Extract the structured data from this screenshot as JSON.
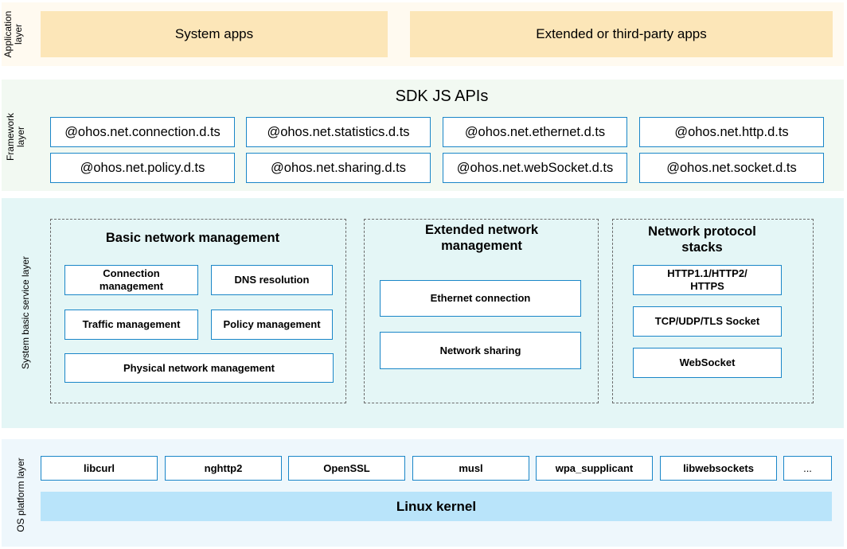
{
  "application_layer": {
    "label": "Application layer",
    "boxes": [
      "System apps",
      "Extended  or third-party  apps"
    ]
  },
  "framework_layer": {
    "label": "Framework layer",
    "title": "SDK JS APIs",
    "apis": [
      "@ohos.net.connection.d.ts",
      "@ohos.net.statistics.d.ts",
      "@ohos.net.ethernet.d.ts",
      "@ohos.net.http.d.ts",
      "@ohos.net.policy.d.ts",
      "@ohos.net.sharing.d.ts",
      "@ohos.net.webSocket.d.ts",
      "@ohos.net.socket.d.ts"
    ]
  },
  "system_layer": {
    "label": "System basic service layer",
    "basic": {
      "title": "Basic network  management",
      "modules": [
        "Connection management",
        "DNS resolution",
        "Traffic management",
        "Policy management",
        "Physical network management"
      ]
    },
    "extended": {
      "title": "Extended  network management",
      "modules": [
        "Ethernet connection",
        "Network sharing"
      ]
    },
    "protocol": {
      "title": "Network  protocol stacks",
      "modules": [
        "HTTP1.1/HTTP2/ HTTPS",
        "TCP/UDP/TLS Socket",
        "WebSocket"
      ]
    }
  },
  "os_layer": {
    "label": "OS platform layer",
    "libs": [
      "libcurl",
      "nghttp2",
      "OpenSSL",
      "musl",
      "wpa_supplicant",
      "libwebsockets",
      "..."
    ],
    "kernel": "Linux kernel"
  }
}
